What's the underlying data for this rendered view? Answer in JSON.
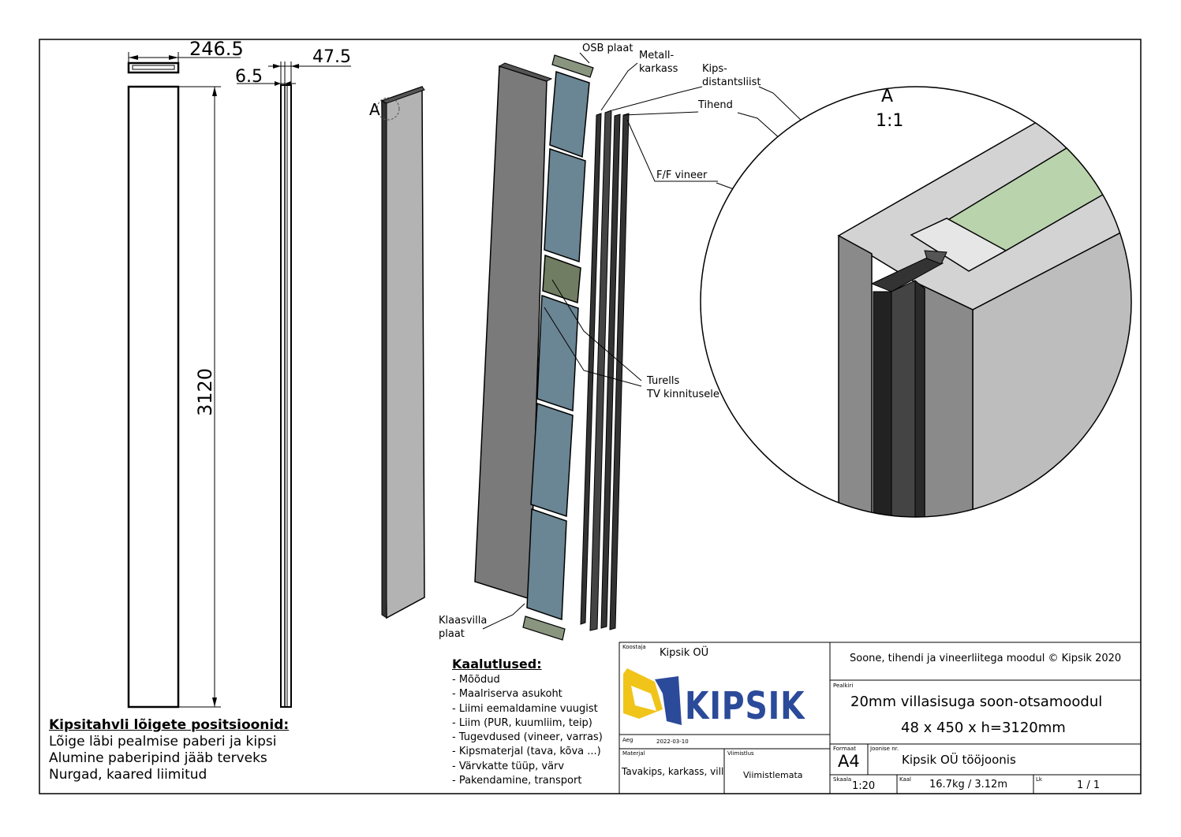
{
  "dimensions": {
    "width_label": "246.5",
    "thickness_total": "47.5",
    "thickness_small": "6.5",
    "height": "3120"
  },
  "detail": {
    "marker": "A",
    "title": "A",
    "scale": "1:1"
  },
  "callouts": {
    "osb": "OSB plaat",
    "metal_1": "Metall-",
    "metal_2": "karkass",
    "kips_1": "Kips-",
    "kips_2": "distantsliist",
    "seal": "Tihend",
    "veneer": "F/F vineer",
    "tv_1": "Turells",
    "tv_2": "TV kinnitusele",
    "wool_1": "Klaasvilla",
    "wool_2": "plaat"
  },
  "cut_notes": {
    "heading": "Kipsitahvli lõigete positsioonid:",
    "lines": [
      "Lõige läbi pealmise paberi ja kipsi",
      "Alumine paberipind jääb terveks",
      "Nurgad, kaared liimitud"
    ]
  },
  "considerations": {
    "heading": "Kaalutlused:",
    "items": [
      "- Mõõdud",
      "- Maalriserva asukoht",
      "- Liimi eemaldamine vuugist",
      "- Liim (PUR, kuumliim, teip)",
      "- Tugevdused (vineer, varras)",
      "- Kipsmaterjal (tava, kõva ...)",
      "- Värvkatte tüüp, värv",
      "- Pakendamine, transport"
    ]
  },
  "title_block": {
    "author_label": "Koostaja",
    "author": "Kipsik OÜ",
    "logo": "KIPSIK",
    "year_label": "Aeg",
    "date": "2022-03-10",
    "material_label": "Materjal",
    "material": "Tavakips, karkass, vill",
    "finish_label": "Viimistlus",
    "finish": "Viimistlemata",
    "header": "Soone, tihendi ja vineerliitega moodul © Kipsik 2020",
    "title_label": "Pealkiri",
    "title_1": "20mm villasisuga soon-otsamoodul",
    "title_2": "48 x 450 x h=3120mm",
    "format_label": "Formaat",
    "format": "A4",
    "drawing_no_label": "Joonise nr.",
    "drawing_no": "Kipsik OÜ tööjoonis",
    "scale_label": "Skaala",
    "scale": "1:20",
    "weight_label": "Kaal",
    "weight": "16.7kg / 3.12m",
    "sheet_label": "Lk",
    "sheet": "1 / 1"
  },
  "colors": {
    "panel_grey": "#7a7a7a",
    "glass_blue": "#6a8593",
    "osb_green": "#8a9580",
    "detail_green": "#b9d3ad",
    "logo_yellow": "#f0c419",
    "logo_blue": "#2b4a9a"
  }
}
